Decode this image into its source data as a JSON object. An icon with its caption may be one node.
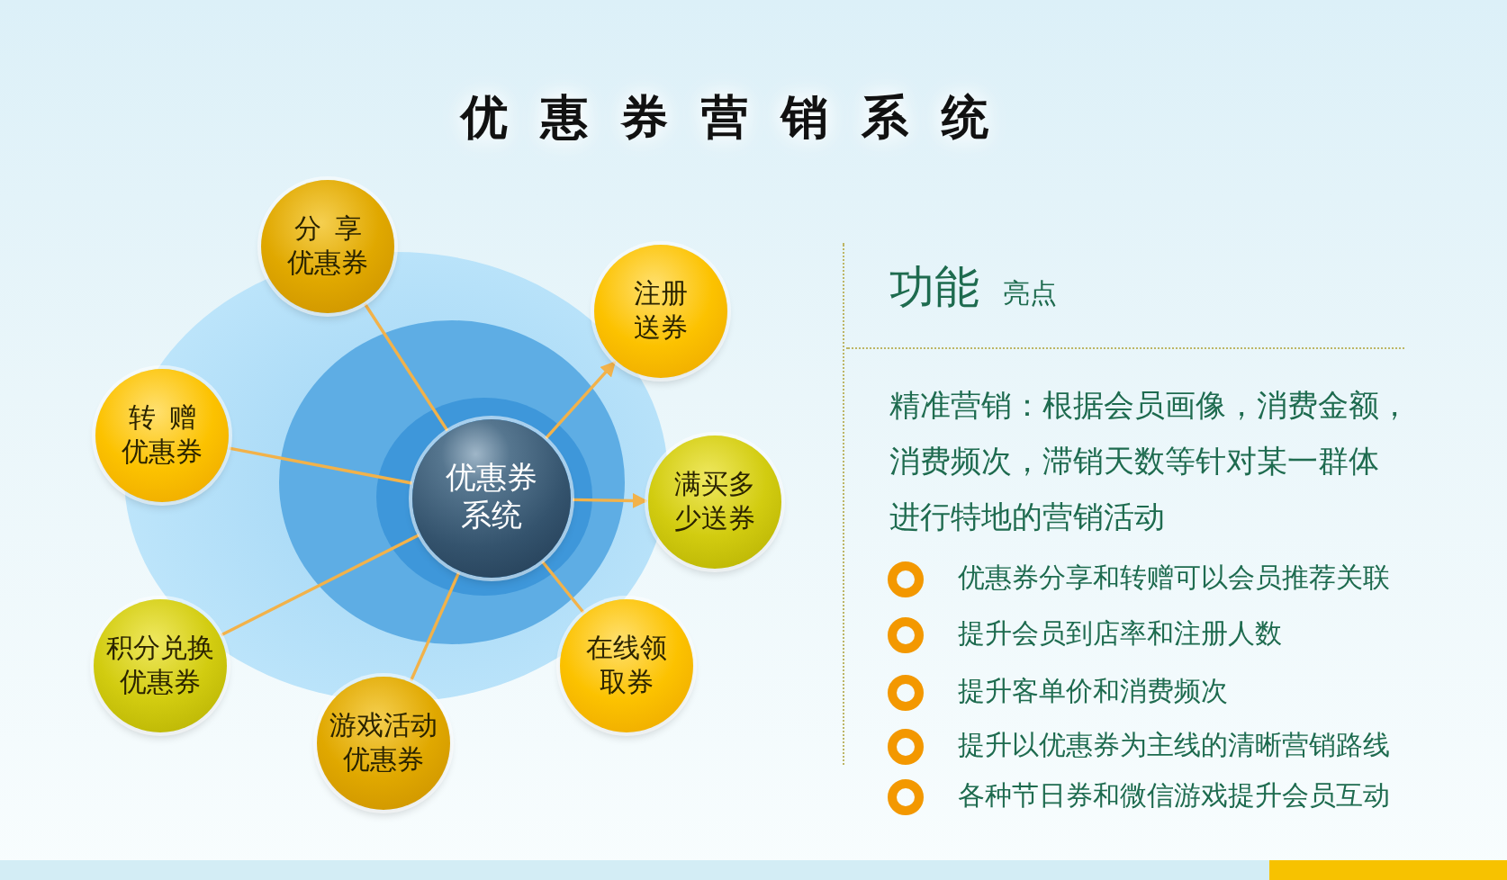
{
  "diagram": {
    "title": "优惠券营销系统",
    "nodes": [
      {
        "text": [
          "优惠券系统"
        ]
      },
      {
        "text": [
          "分享优惠券"
        ]
      },
      {
        "text": [
          "注册送券"
        ]
      },
      {
        "text": [
          "转赠优惠券"
        ]
      },
      {
        "text": [
          "满买多少送券"
        ]
      },
      {
        "text": [
          "积分兑换优惠券"
        ]
      },
      {
        "text": [
          "在线领取券"
        ]
      },
      {
        "text": [
          "游戏活动优惠券"
        ]
      }
    ],
    "edges": [
      {
        "from": 0,
        "to": 1,
        "arrow": "none"
      },
      {
        "from": 0,
        "to": 2,
        "arrow": "to"
      },
      {
        "from": 0,
        "to": 3,
        "arrow": "none"
      },
      {
        "from": 0,
        "to": 4,
        "arrow": "to"
      },
      {
        "from": 0,
        "to": 5,
        "arrow": "none"
      },
      {
        "from": 0,
        "to": 6,
        "arrow": "none"
      },
      {
        "from": 0,
        "to": 7,
        "arrow": "none"
      }
    ],
    "labels": [
      "功能",
      "亮点",
      "精准营销：根据会员画像，消费金额，消费频次，滞销天数等针对某一群体进行特地的营销活动",
      "优惠券分享和转赠可以会员推荐关联",
      "提升会员到店率和注册人数",
      "提升客单价和消费频次",
      "提升以优惠券为主线的清晰营销路线",
      "各种节日券和微信游戏提升会员互动"
    ]
  }
}
